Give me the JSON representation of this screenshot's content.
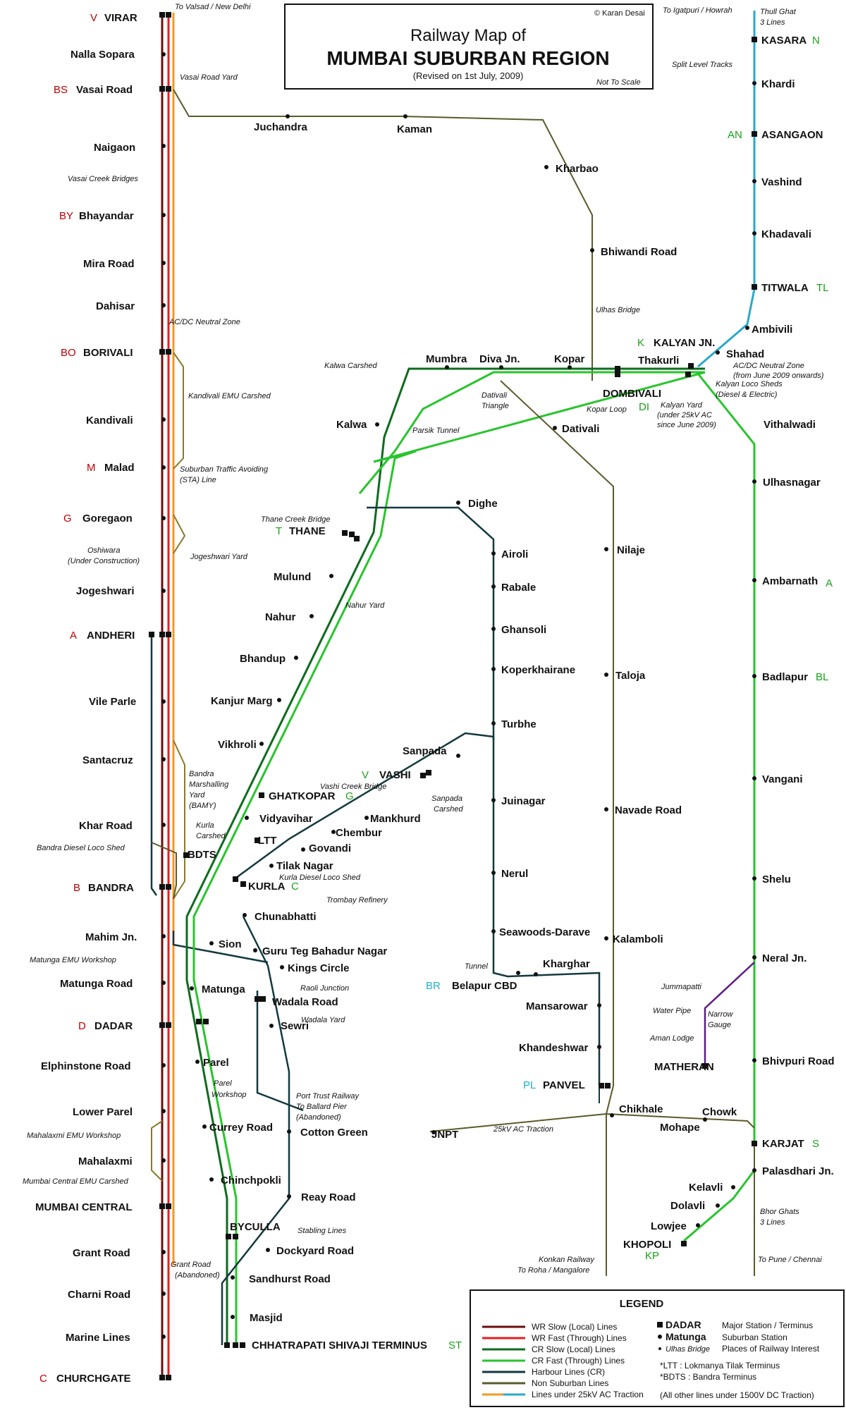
{
  "title": {
    "line1": "Railway Map of",
    "line2": "MUMBAI SUBURBAN REGION",
    "revised": "(Revised on 1st July, 2009)",
    "copyright": "© Karan Desai",
    "scale": "Not To Scale"
  },
  "colors": {
    "wr_slow": "#6b0d0d",
    "wr_fast": "#e31f1f",
    "cr_slow": "#0d6b1e",
    "cr_fast": "#27c52b",
    "harbour": "#12393f",
    "non_suburban": "#5c5a2a",
    "ac_traction_wr": "#f29a1f",
    "ac_traction_cr": "#2aa9c9",
    "matheran": "#5b1b8a"
  },
  "stations": {
    "virar": "VIRAR",
    "nalla_sopara": "Nalla Sopara",
    "vasai_road": "Vasai Road",
    "naigaon": "Naigaon",
    "bhayandar": "Bhayandar",
    "mira_road": "Mira Road",
    "dahisar": "Dahisar",
    "borivali": "BORIVALI",
    "kandivali": "Kandivali",
    "malad": "Malad",
    "goregaon": "Goregaon",
    "jogeshwari": "Jogeshwari",
    "andheri": "ANDHERI",
    "vile_parle": "Vile Parle",
    "santacruz": "Santacruz",
    "khar_road": "Khar Road",
    "bandra": "BANDRA",
    "mahim": "Mahim Jn.",
    "matunga_road": "Matunga Road",
    "dadar": "DADAR",
    "elphinstone": "Elphinstone Road",
    "lower_parel": "Lower Parel",
    "mahalaxmi": "Mahalaxmi",
    "mumbai_central": "MUMBAI CENTRAL",
    "grant_road": "Grant Road",
    "charni_road": "Charni Road",
    "marine_lines": "Marine Lines",
    "churchgate": "CHURCHGATE",
    "juchandra": "Juchandra",
    "kaman": "Kaman",
    "kharbao": "Kharbao",
    "bhiwandi": "Bhiwandi Road",
    "kasara": "KASARA",
    "khardi": "Khardi",
    "asangaon": "ASANGAON",
    "vashind": "Vashind",
    "khadavali": "Khadavali",
    "titwala": "TITWALA",
    "ambivili": "Ambivili",
    "shahad": "Shahad",
    "kalyan": "KALYAN JN.",
    "thakurli": "Thakurli",
    "dombivali": "DOMBIVALI",
    "kopar": "Kopar",
    "diva": "Diva Jn.",
    "mumbra": "Mumbra",
    "kalwa": "Kalwa",
    "thane": "THANE",
    "mulund": "Mulund",
    "nahur": "Nahur",
    "bhandup": "Bhandup",
    "kanjur": "Kanjur Marg",
    "vikhroli": "Vikhroli",
    "ghatkopar": "GHATKOPAR",
    "vidyavihar": "Vidyavihar",
    "ltt": "LTT",
    "kurla": "KURLA",
    "sion": "Sion",
    "matunga": "Matunga",
    "parel": "Parel",
    "currey_road": "Currey Road",
    "chinchpokli": "Chinchpokli",
    "byculla": "BYCULLA",
    "sandhurst": "Sandhurst Road",
    "masjid": "Masjid",
    "cst": "CHHATRAPATI SHIVAJI TERMINUS",
    "vithalwadi": "Vithalwadi",
    "ulhasnagar": "Ulhasnagar",
    "ambarnath": "Ambarnath",
    "badlapur": "Badlapur",
    "vangani": "Vangani",
    "shelu": "Shelu",
    "neral": "Neral Jn.",
    "bhivpuri": "Bhivpuri Road",
    "karjat": "KARJAT",
    "palasdhari": "Palasdhari Jn.",
    "kelavli": "Kelavli",
    "dolavli": "Dolavli",
    "lowjee": "Lowjee",
    "khopoli": "KHOPOLI",
    "matheran": "MATHERAN",
    "dativali": "Dativali",
    "nilaje": "Nilaje",
    "taloja": "Taloja",
    "navade": "Navade Road",
    "kalamboli": "Kalamboli",
    "panvel": "PANVEL",
    "chikhale": "Chikhale",
    "mohape": "Mohape",
    "chowk": "Chowk",
    "jnpt": "JNPT",
    "dighe": "Dighe",
    "airoli": "Airoli",
    "rabale": "Rabale",
    "ghansoli": "Ghansoli",
    "koperkhairane": "Koperkhairane",
    "turbhe": "Turbhe",
    "sanpada": "Sanpada",
    "vashi": "VASHI",
    "juinagar": "Juinagar",
    "nerul": "Nerul",
    "seawoods": "Seawoods-Darave",
    "kharghar": "Kharghar",
    "belapur": "Belapur CBD",
    "mansarowar": "Mansarowar",
    "khandeshwar": "Khandeshwar",
    "mankhurd": "Mankhurd",
    "chembur": "Chembur",
    "govandi": "Govandi",
    "tilak_nagar": "Tilak Nagar",
    "chunabhatti": "Chunabhatti",
    "gtb_nagar": "Guru Teg Bahadur Nagar",
    "kings_circle": "Kings Circle",
    "wadala": "Wadala Road",
    "sewri": "Sewri",
    "cotton_green": "Cotton Green",
    "reay_road": "Reay Road",
    "dockyard": "Dockyard Road",
    "bdts": "BDTS"
  },
  "codes": {
    "virar": "V",
    "vasai": "BS",
    "bhayandar": "BY",
    "borivali": "BO",
    "malad": "M",
    "goregaon": "G",
    "andheri": "A",
    "bandra": "B",
    "dadar": "D",
    "churchgate": "C",
    "kasara": "N",
    "asangaon": "AN",
    "titwala": "TL",
    "kalyan": "K",
    "dombivali": "DI",
    "thane": "T",
    "ghatkopar": "G",
    "vashi": "V",
    "kurla": "C",
    "cst": "ST",
    "ambarnath": "A",
    "badlapur": "BL",
    "karjat": "S",
    "khopoli": "KP",
    "belapur": "BR",
    "panvel": "PL"
  },
  "notes": {
    "to_valsad": "To Valsad / New Delhi",
    "vasai_yard": "Vasai Road Yard",
    "vasai_creek": "Vasai Creek Bridges",
    "acdc_wr": "AC/DC Neutral Zone",
    "kandivali_shed": "Kandivali EMU Carshed",
    "sta1": "Suburban Traffic Avoiding",
    "sta2": "(STA) Line",
    "oshiwara1": "Oshiwara",
    "oshiwara2": "(Under Construction)",
    "jogeshwari_yard": "Jogeshwari Yard",
    "bamy1": "Bandra",
    "bamy2": "Marshalling",
    "bamy3": "Yard",
    "bamy4": "(BAMY)",
    "bandra_diesel": "Bandra Diesel Loco Shed",
    "kurla_carshed1": "Kurla",
    "kurla_carshed2": "Carshed",
    "kurla_diesel": "Kurla Diesel Loco Shed",
    "trombay": "Trombay Refinery",
    "matunga_workshop": "Matunga EMU Workshop",
    "raoli": "Raoli Junction",
    "wadala_yard": "Wadala Yard",
    "parel_ws1": "Parel",
    "parel_ws2": "Workshop",
    "ptr1": "Port Trust Railway",
    "ptr2": "To Ballard Pier",
    "ptr3": "(Abandoned)",
    "mahalaxmi_shed": "Mahalaxmi EMU Workshop",
    "mc_shed": "Mumbai Central EMU Carshed",
    "stabling": "Stabling Lines",
    "grant_ab1": "Grant Road",
    "grant_ab2": "(Abandoned)",
    "to_igatpuri": "To Igatpuri / Howrah",
    "thull1": "Thull Ghat",
    "thull2": "3 Lines",
    "split": "Split Level Tracks",
    "ulhas_bridge": "Ulhas Bridge",
    "kalwa_shed": "Kalwa Carshed",
    "dativali_tri1": "Dativali",
    "dativali_tri2": "Triangle",
    "kopar_loop": "Kopar Loop",
    "parsik": "Parsik Tunnel",
    "acdc_cr1": "AC/DC Neutral Zone",
    "acdc_cr2": "(from June 2009 onwards)",
    "kalyan_loco1": "Kalyan Loco Sheds",
    "kalyan_loco2": "(Diesel & Electric)",
    "kalyan_yard1": "Kalyan Yard",
    "kalyan_yard2": "(under 25kV AC",
    "kalyan_yard3": "since June 2009)",
    "thane_creek": "Thane Creek Bridge",
    "nahur_yard": "Nahur Yard",
    "vashi_creek": "Vashi Creek Bridge",
    "sanpada_shed1": "Sanpada",
    "sanpada_shed2": "Carshed",
    "tunnel": "Tunnel",
    "jummapatti": "Jummapatti",
    "water_pipe": "Water Pipe",
    "aman_lodge": "Aman Lodge",
    "narrow1": "Narrow",
    "narrow2": "Gauge",
    "jnpt_ac": "25kV AC Traction",
    "bhor1": "Bhor Ghats",
    "bhor2": "3 Lines",
    "to_pune": "To Pune / Chennai",
    "konkan1": "Konkan Railway",
    "konkan2": "To Roha / Mangalore"
  },
  "legend": {
    "title": "LEGEND",
    "lines": [
      "WR Slow (Local) Lines",
      "WR Fast (Through) Lines",
      "CR Slow (Local) Lines",
      "CR Fast (Through) Lines",
      "Harbour Lines (CR)",
      "Non Suburban Lines",
      "Lines under 25kV AC Traction"
    ],
    "sym_major": "DADAR",
    "sym_major_desc": "Major Station / Terminus",
    "sym_sub": "Matunga",
    "sym_sub_desc": "Suburban Station",
    "sym_interest": "Ulhas Bridge",
    "sym_interest_desc": "Places of Railway Interest",
    "ltt_note": "*LTT : Lokmanya Tilak Terminus",
    "bdts_note": "*BDTS : Bandra Terminus",
    "dc_note": "(All other lines under 1500V DC Traction)"
  }
}
